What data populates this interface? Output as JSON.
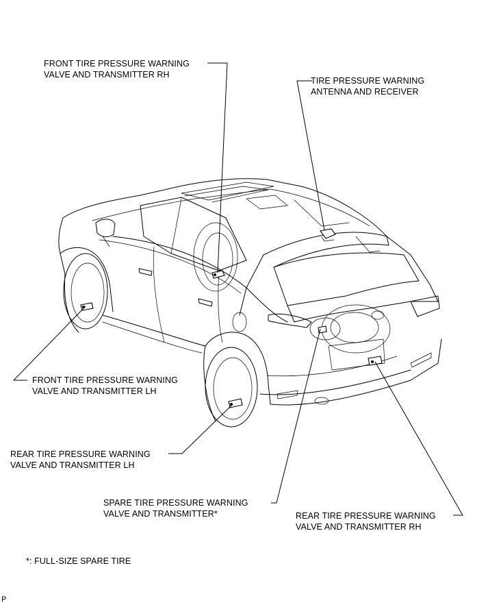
{
  "labels": {
    "front_rh": "FRONT TIRE PRESSURE WARNING\nVALVE AND TRANSMITTER RH",
    "antenna": "TIRE PRESSURE WARNING\nANTENNA AND RECEIVER",
    "front_lh": "FRONT TIRE PRESSURE WARNING\nVALVE AND TRANSMITTER LH",
    "rear_lh": "REAR TIRE PRESSURE WARNING\nVALVE AND TRANSMITTER LH",
    "spare": "SPARE TIRE PRESSURE WARNING\nVALVE AND TRANSMITTER*",
    "rear_rh": "REAR TIRE PRESSURE WARNING\nVALVE AND TRANSMITTER RH"
  },
  "footnote": "*: FULL-SIZE SPARE TIRE",
  "corner_code": "P"
}
